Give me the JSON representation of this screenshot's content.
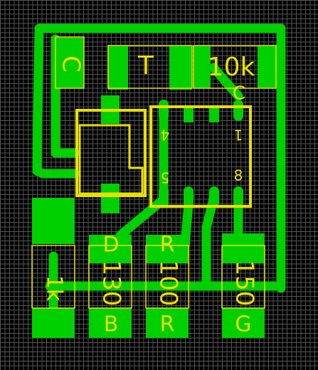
{
  "colors": {
    "background": "#000000",
    "grid": "#555555",
    "copper": "#00d000",
    "silkscreen": "#e8e000"
  },
  "labels": {
    "cap_c": "C",
    "trimmer_t": "T",
    "resistor_10k": "10k",
    "ic_pin1_marker": "C",
    "ic_pin4": "4",
    "ic_pin1": "1",
    "ic_pin5": "5",
    "ic_pin8": "8",
    "resistor_1k": "1k",
    "resistor_130": "130",
    "resistor_100": "100",
    "resistor_150": "150",
    "led_d": "D",
    "led_r1": "R",
    "led_r2": "R",
    "led_b": "B",
    "led_g": "G"
  }
}
